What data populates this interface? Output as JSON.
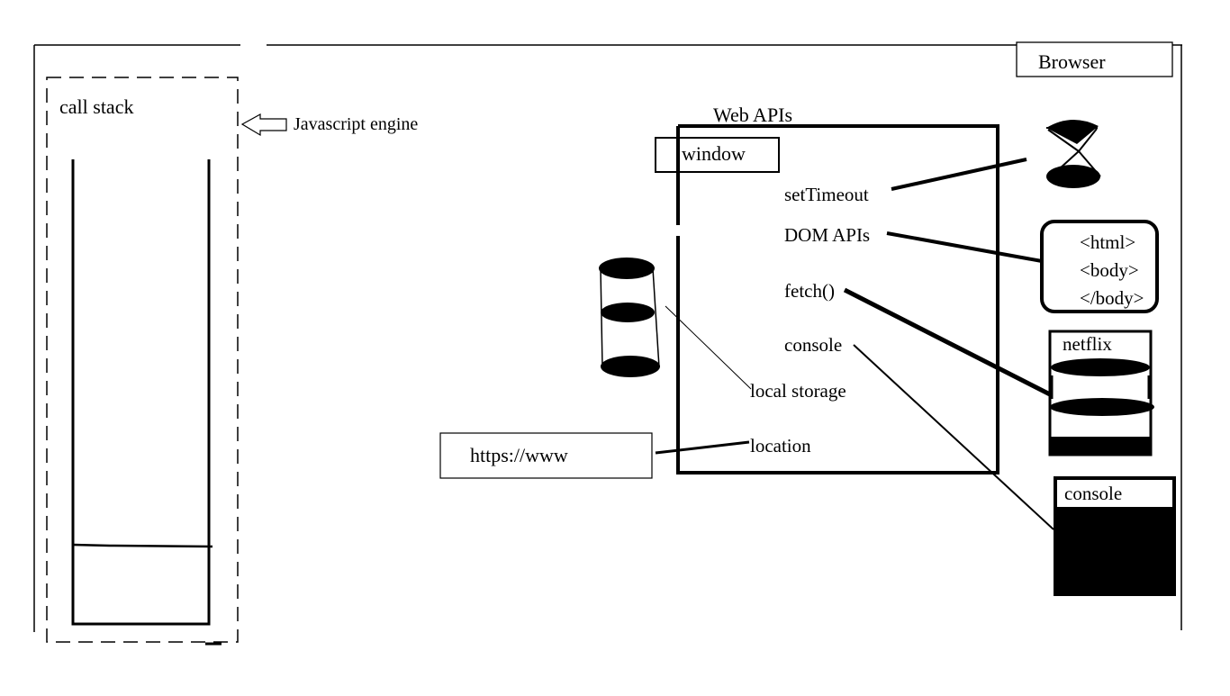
{
  "browser": {
    "label": "Browser"
  },
  "engine": {
    "call_stack_label": "call stack",
    "engine_label": "Javascript engine"
  },
  "web_apis": {
    "title": "Web APIs",
    "window_label": "window",
    "items": {
      "set_timeout": "setTimeout",
      "dom_apis": "DOM APIs",
      "fetch": "fetch()",
      "console": "console",
      "local_storage": "local storage",
      "location": "location"
    }
  },
  "url_box": {
    "text": "https://www"
  },
  "html_doc": {
    "lines": [
      "<html>",
      "<body>",
      "</body>"
    ]
  },
  "netflix": {
    "label": "netflix"
  },
  "console_panel": {
    "label": "console"
  }
}
